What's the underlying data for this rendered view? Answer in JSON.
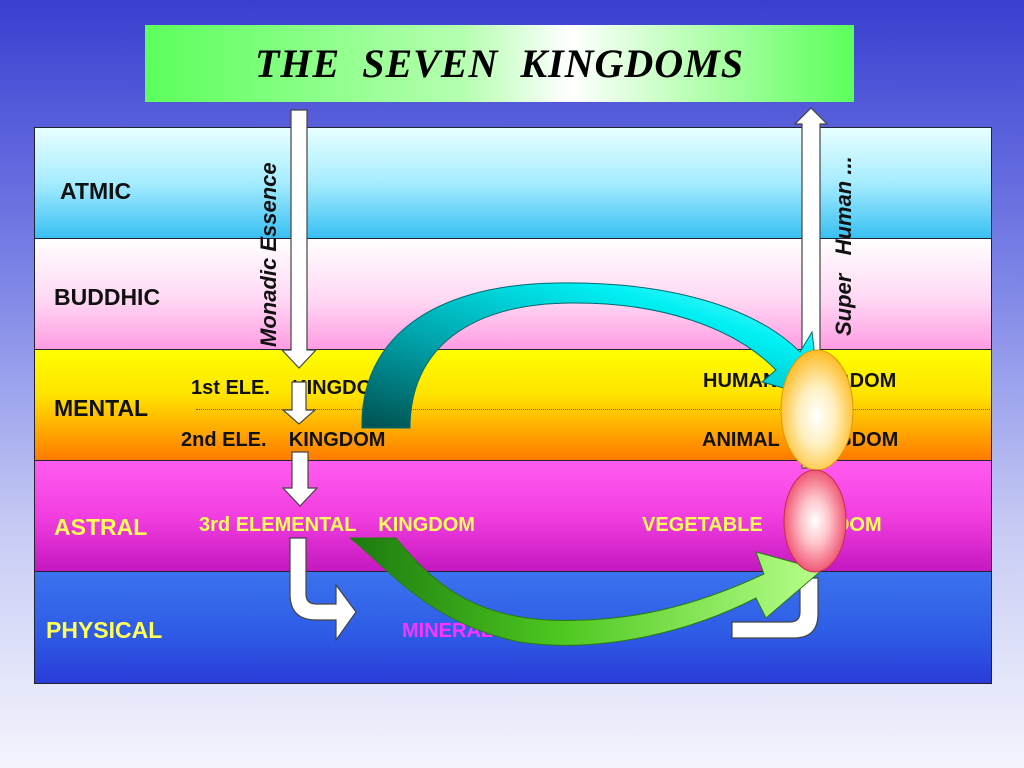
{
  "title": "THE  SEVEN  KINGDOMS",
  "planes": {
    "atmic": "ATMIC",
    "buddhic": "BUDDHIC",
    "mental": "MENTAL",
    "astral": "ASTRAL",
    "physical": "PHYSICAL"
  },
  "vertical_labels": {
    "down": "Monadic Essence",
    "up": "Super   Human ..."
  },
  "kingdoms": {
    "first_elemental": "1st ELE.    KINGDOM",
    "second_elemental": "2nd ELE.    KINGDOM",
    "third_elemental": "3rd ELEMENTAL    KINGDOM",
    "human": "HUMAN    KINGDOM",
    "animal": "ANIMAL    KINGDOM",
    "vegetable": "VEGETABLE    KINGDOM",
    "mineral": "MINERAL    KINGDOM"
  },
  "colors": {
    "title_green": "#5bff5b",
    "atmic": "#38c0f2",
    "buddhic": "#ff9ce2",
    "mental": "#ffd400",
    "astral": "#f23ee0",
    "physical": "#2e5ce6",
    "arc_upper": "#00e0e6",
    "arc_lower": "#66dd22"
  }
}
